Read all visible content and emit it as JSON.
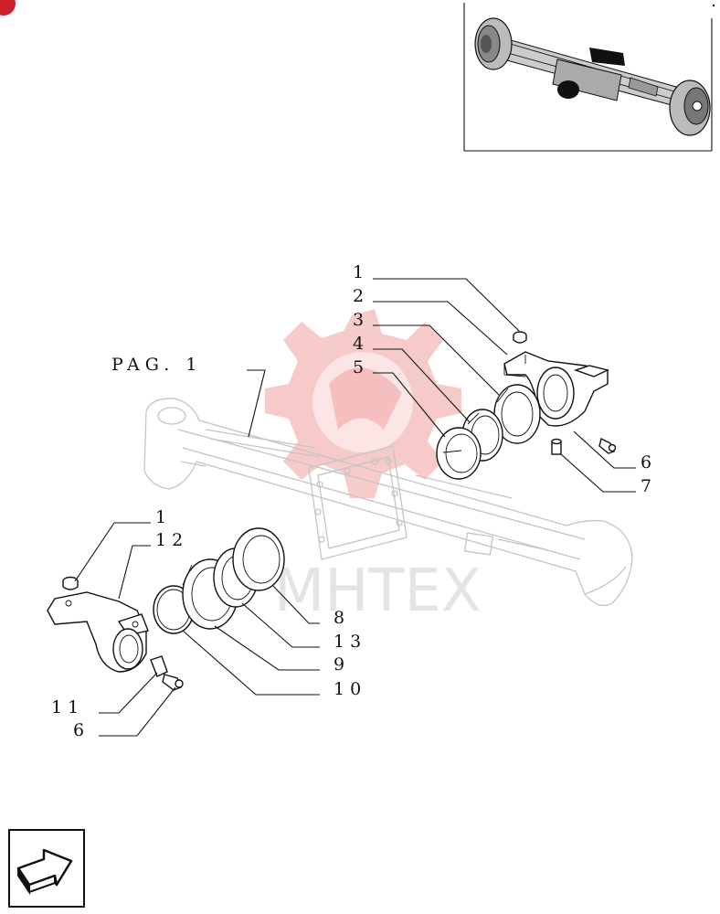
{
  "reference_label": "PAG. 1",
  "watermark_text": "МНТЕХ",
  "callouts": {
    "top_1": "1",
    "top_2": "2",
    "top_3": "3",
    "top_4": "4",
    "top_5": "5",
    "top_6": "6",
    "top_7": "7",
    "bot_1": "1",
    "bot_12": "12",
    "bot_8": "8",
    "bot_13": "13",
    "bot_9": "9",
    "bot_10": "10",
    "bot_11": "11",
    "bot_6": "6"
  },
  "colors": {
    "ink": "#111111",
    "watermark_red": "#f2a0a0",
    "brand_red": "#d0202e"
  },
  "icons": {
    "corner_badge": "brand-badge-icon",
    "nav_arrow": "next-page-arrow-icon"
  }
}
